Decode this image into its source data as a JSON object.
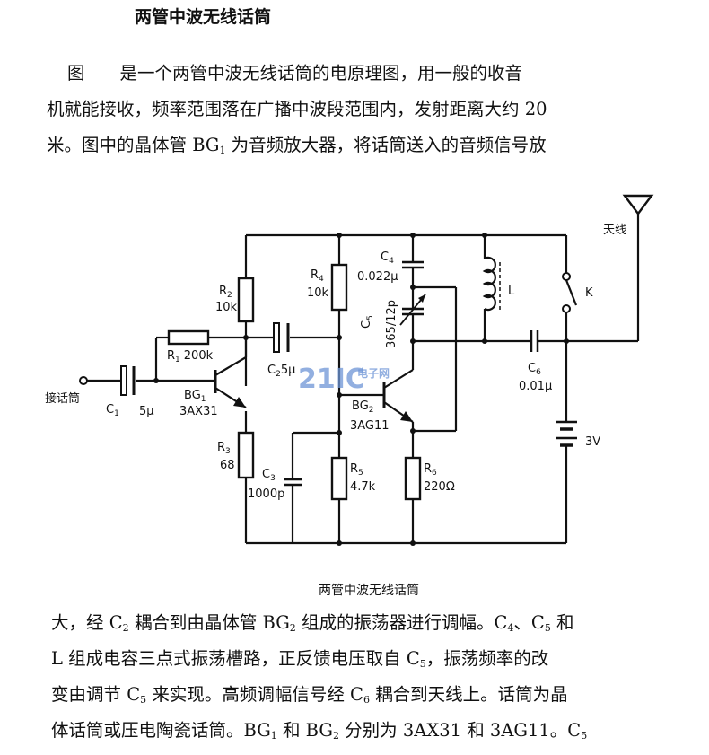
{
  "title": "两管中波无线话筒",
  "paragraphs": {
    "p1": "图　　是一个两管中波无线话筒的电原理图，用一般的收音",
    "p2": "机就能接收，频率范围落在广播中波段范围内，发射距离大约 20",
    "p3a": "米。图中的晶体管 BG",
    "p3b": " 为音频放大器，将话筒送入的音频信号放",
    "p4a": "大，经 C",
    "p4b": " 耦合到由晶体管 BG",
    "p4c": " 组成的振荡器进行调幅。C",
    "p4d": "、C",
    "p4e": " 和",
    "p5a": "L 组成电容三点式振荡槽路，正反馈电压取自 C",
    "p5b": "，振荡频率的改",
    "p6a": "变由调节 C",
    "p6b": " 来实现。高频调幅信号经 C",
    "p6c": " 耦合到天线上。话筒为晶",
    "p7a": "体话筒或压电陶瓷话筒。BG",
    "p7b": " 和 BG",
    "p7c": " 分别为 3AX31 和 3AG11。C",
    "sub1": "1",
    "sub2": "2",
    "sub4": "4",
    "sub5": "5",
    "sub6": "6"
  },
  "caption": "两管中波无线话筒",
  "schematic": {
    "antenna": "天线",
    "mic": "接话筒",
    "c1": "C",
    "c1_sub": "1",
    "c1_val": "5μ",
    "r1": "R",
    "r1_sub": "1",
    "r1_val": "200k",
    "r2": "R",
    "r2_sub": "2",
    "r2_val": "10k",
    "c2": "C",
    "c2_sub": "2",
    "c2_val": "5μ",
    "bg1": "BG",
    "bg1_sub": "1",
    "bg1_type": "3AX31",
    "r3": "R",
    "r3_sub": "3",
    "r3_val": "68",
    "c3": "C",
    "c3_sub": "3",
    "c3_val": "1000p",
    "r4": "R",
    "r4_sub": "4",
    "r4_val": "10k",
    "c4": "C",
    "c4_sub": "4",
    "c4_val": "0.022μ",
    "c5": "C",
    "c5_sub": "5",
    "c5_val": "365/12p",
    "bg2": "BG",
    "bg2_sub": "2",
    "bg2_type": "3AG11",
    "r5": "R",
    "r5_sub": "5",
    "r5_val": "4.7k",
    "r6": "R",
    "r6_sub": "6",
    "r6_val": "220Ω",
    "l": "L",
    "k": "K",
    "c6": "C",
    "c6_sub": "6",
    "c6_val": "0.01μ",
    "battery": "3V",
    "watermark_a": "21IC",
    "watermark_b": "电子网"
  }
}
